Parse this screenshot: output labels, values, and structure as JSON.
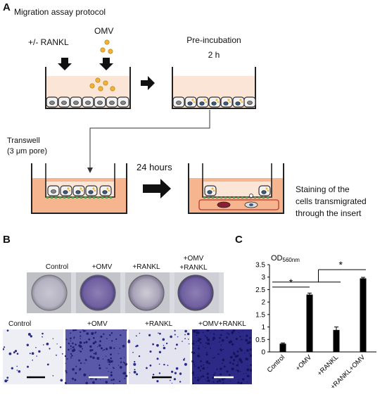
{
  "panel_a": {
    "letter": "A",
    "title": "Migration assay protocol",
    "rankl_label": "+/- RANKL",
    "omv_label": "OMV",
    "preincubation_label": "Pre-incubation",
    "preincubation_time": "2 h",
    "transwell_label": "Transwell",
    "pore_label": "(3 μm pore)",
    "duration_label": "24 hours",
    "staining_line1": "Staining of the",
    "staining_line2": "cells transmigrated",
    "staining_line3": "through the insert"
  },
  "panel_b": {
    "letter": "B",
    "well_labels": [
      "Control",
      "+OMV",
      "+RANKL",
      "+OMV\n+RANKL"
    ],
    "well_label_1": "Control",
    "well_label_2": "+OMV",
    "well_label_3": "+RANKL",
    "well_label_4a": "+OMV",
    "well_label_4b": "+RANKL",
    "micro_label_1": "Control",
    "micro_label_2": "+OMV",
    "micro_label_3": "+RANKL",
    "micro_label_4": "+OMV+RANKL"
  },
  "panel_c": {
    "letter": "C"
  },
  "chart_data": {
    "type": "bar",
    "ylabel_main": "OD",
    "ylabel_sub": "560nm",
    "categories": [
      "Control",
      "+OMV",
      "+RANKL",
      "+RANKL+OMV"
    ],
    "values": [
      0.33,
      2.3,
      0.88,
      2.95
    ],
    "errors": [
      0.03,
      0.06,
      0.12,
      0.04
    ],
    "yticks": [
      "0",
      "0.5",
      "1",
      "1.5",
      "2",
      "2.5",
      "3",
      "3.5"
    ],
    "ylim": [
      0,
      3.5
    ],
    "significance": [
      "*",
      "*"
    ],
    "bar_color": "#000000"
  }
}
